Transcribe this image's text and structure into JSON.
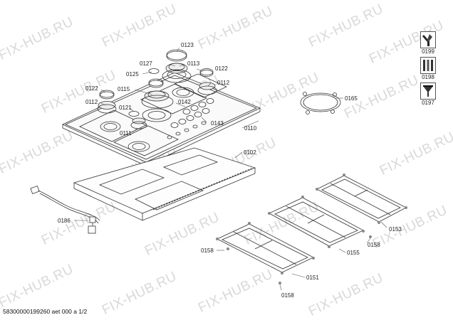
{
  "watermark": "FIX-HUB.RU",
  "footer": "58300000199260 aet 000 a 1/2",
  "side_icons": [
    {
      "code": "0199",
      "icon": "wrench-screwdriver-icon"
    },
    {
      "code": "0198",
      "icon": "tools-icon"
    },
    {
      "code": "0197",
      "icon": "funnel-icon"
    }
  ],
  "callouts": {
    "c0123": "0123",
    "c0127": "0127",
    "c0113": "0113",
    "c0122a": "0122",
    "c0125": "0125",
    "c0112a": "0112",
    "c0122b": "0122",
    "c0115": "0115",
    "c0112b": "0112",
    "c0121": "0121",
    "c0142": "0142",
    "c0143": "0143",
    "c0111": "0111",
    "c0110": "0110",
    "c0102": "0102",
    "c0165": "0165",
    "c0186": "0186",
    "c0153": "0153",
    "c0158a": "0158",
    "c0158b": "0158",
    "c0155": "0155",
    "c0151": "0151",
    "c0158c": "0158"
  }
}
